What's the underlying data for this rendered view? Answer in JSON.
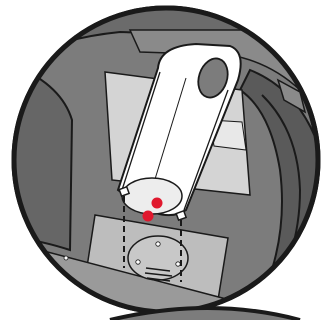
{
  "illustration": {
    "subject": "",
    "colors": {
      "background": "#ffffff",
      "outline": "#1a1a1a",
      "housing": "#7c7c7c",
      "housing_dark": "#5a5a5a",
      "panel": "#cfcfcf",
      "panel_light": "#e6e6e6",
      "bracket": "#ffffff",
      "tray": "#bdbdbd",
      "marker": "#e0182d"
    },
    "icons": [
      "magnifier-circle",
      "lever-bracket",
      "hinge-pins",
      "alignment-dots",
      "dashed-guide-lines",
      "vent-grille"
    ]
  }
}
